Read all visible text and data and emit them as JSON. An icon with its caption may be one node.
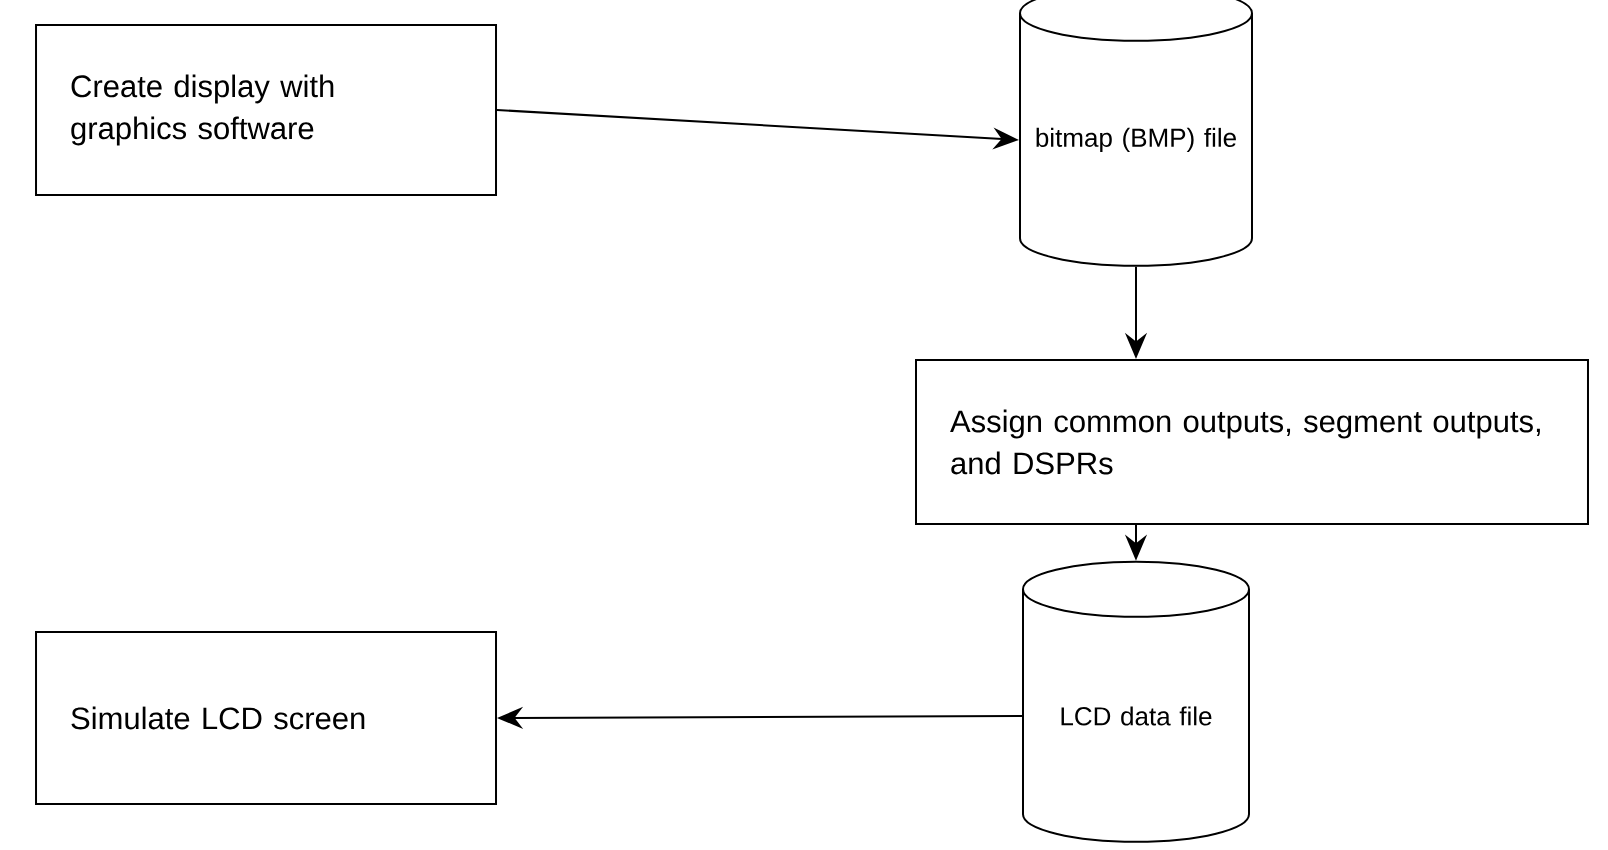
{
  "diagram": {
    "nodes": [
      {
        "text": [
          "Create display with graphics software"
        ]
      },
      {
        "text": [
          "bitmap (BMP) file"
        ]
      },
      {
        "text": [
          "Assign common outputs, segment outputs, and DSPRs"
        ]
      },
      {
        "text": [
          "LCD data file"
        ]
      },
      {
        "text": [
          "Simulate LCD screen"
        ]
      }
    ],
    "edges": [
      {
        "from": 0,
        "to": 1,
        "arrow": "to"
      },
      {
        "from": 1,
        "to": 2,
        "arrow": "to"
      },
      {
        "from": 2,
        "to": 3,
        "arrow": "to"
      },
      {
        "from": 3,
        "to": 4,
        "arrow": "to"
      }
    ]
  }
}
